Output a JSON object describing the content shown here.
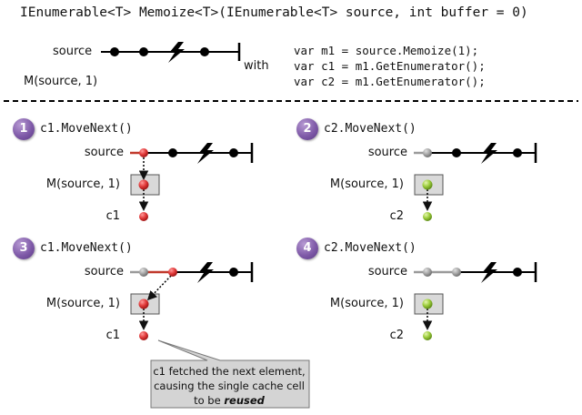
{
  "title": "IEnumerable<T> Memoize<T>(IEnumerable<T> source, int buffer = 0)",
  "header": {
    "source_label": "source",
    "memo_label": "M(source, 1)",
    "with_label": "with",
    "code_lines": [
      "var m1 = source.Memoize(1);",
      "var c1 = m1.GetEnumerator();",
      "var c2 = m1.GetEnumerator();"
    ]
  },
  "steps": [
    {
      "number": "1",
      "call": "c1.MoveNext()",
      "source_label": "source",
      "memo_label": "M(source, 1)",
      "consumer_label": "c1",
      "consumer_color": "#e03c3c"
    },
    {
      "number": "2",
      "call": "c2.MoveNext()",
      "source_label": "source",
      "memo_label": "M(source, 1)",
      "consumer_label": "c2",
      "consumer_color": "#8ec63f"
    },
    {
      "number": "3",
      "call": "c1.MoveNext()",
      "source_label": "source",
      "memo_label": "M(source, 1)",
      "consumer_label": "c1",
      "consumer_color": "#e03c3c"
    },
    {
      "number": "4",
      "call": "c2.MoveNext()",
      "source_label": "source",
      "memo_label": "M(source, 1)",
      "consumer_label": "c2",
      "consumer_color": "#8ec63f"
    }
  ],
  "callout": {
    "text_plain": "c1 fetched the next element, causing the single cache cell to be",
    "text_emphasis": "reused"
  },
  "colors": {
    "consumed_red": "#c0392b",
    "gray_element": "#9a9a9a",
    "cell_fill": "#d9d9d9",
    "callout_fill": "#d4d4d4"
  }
}
